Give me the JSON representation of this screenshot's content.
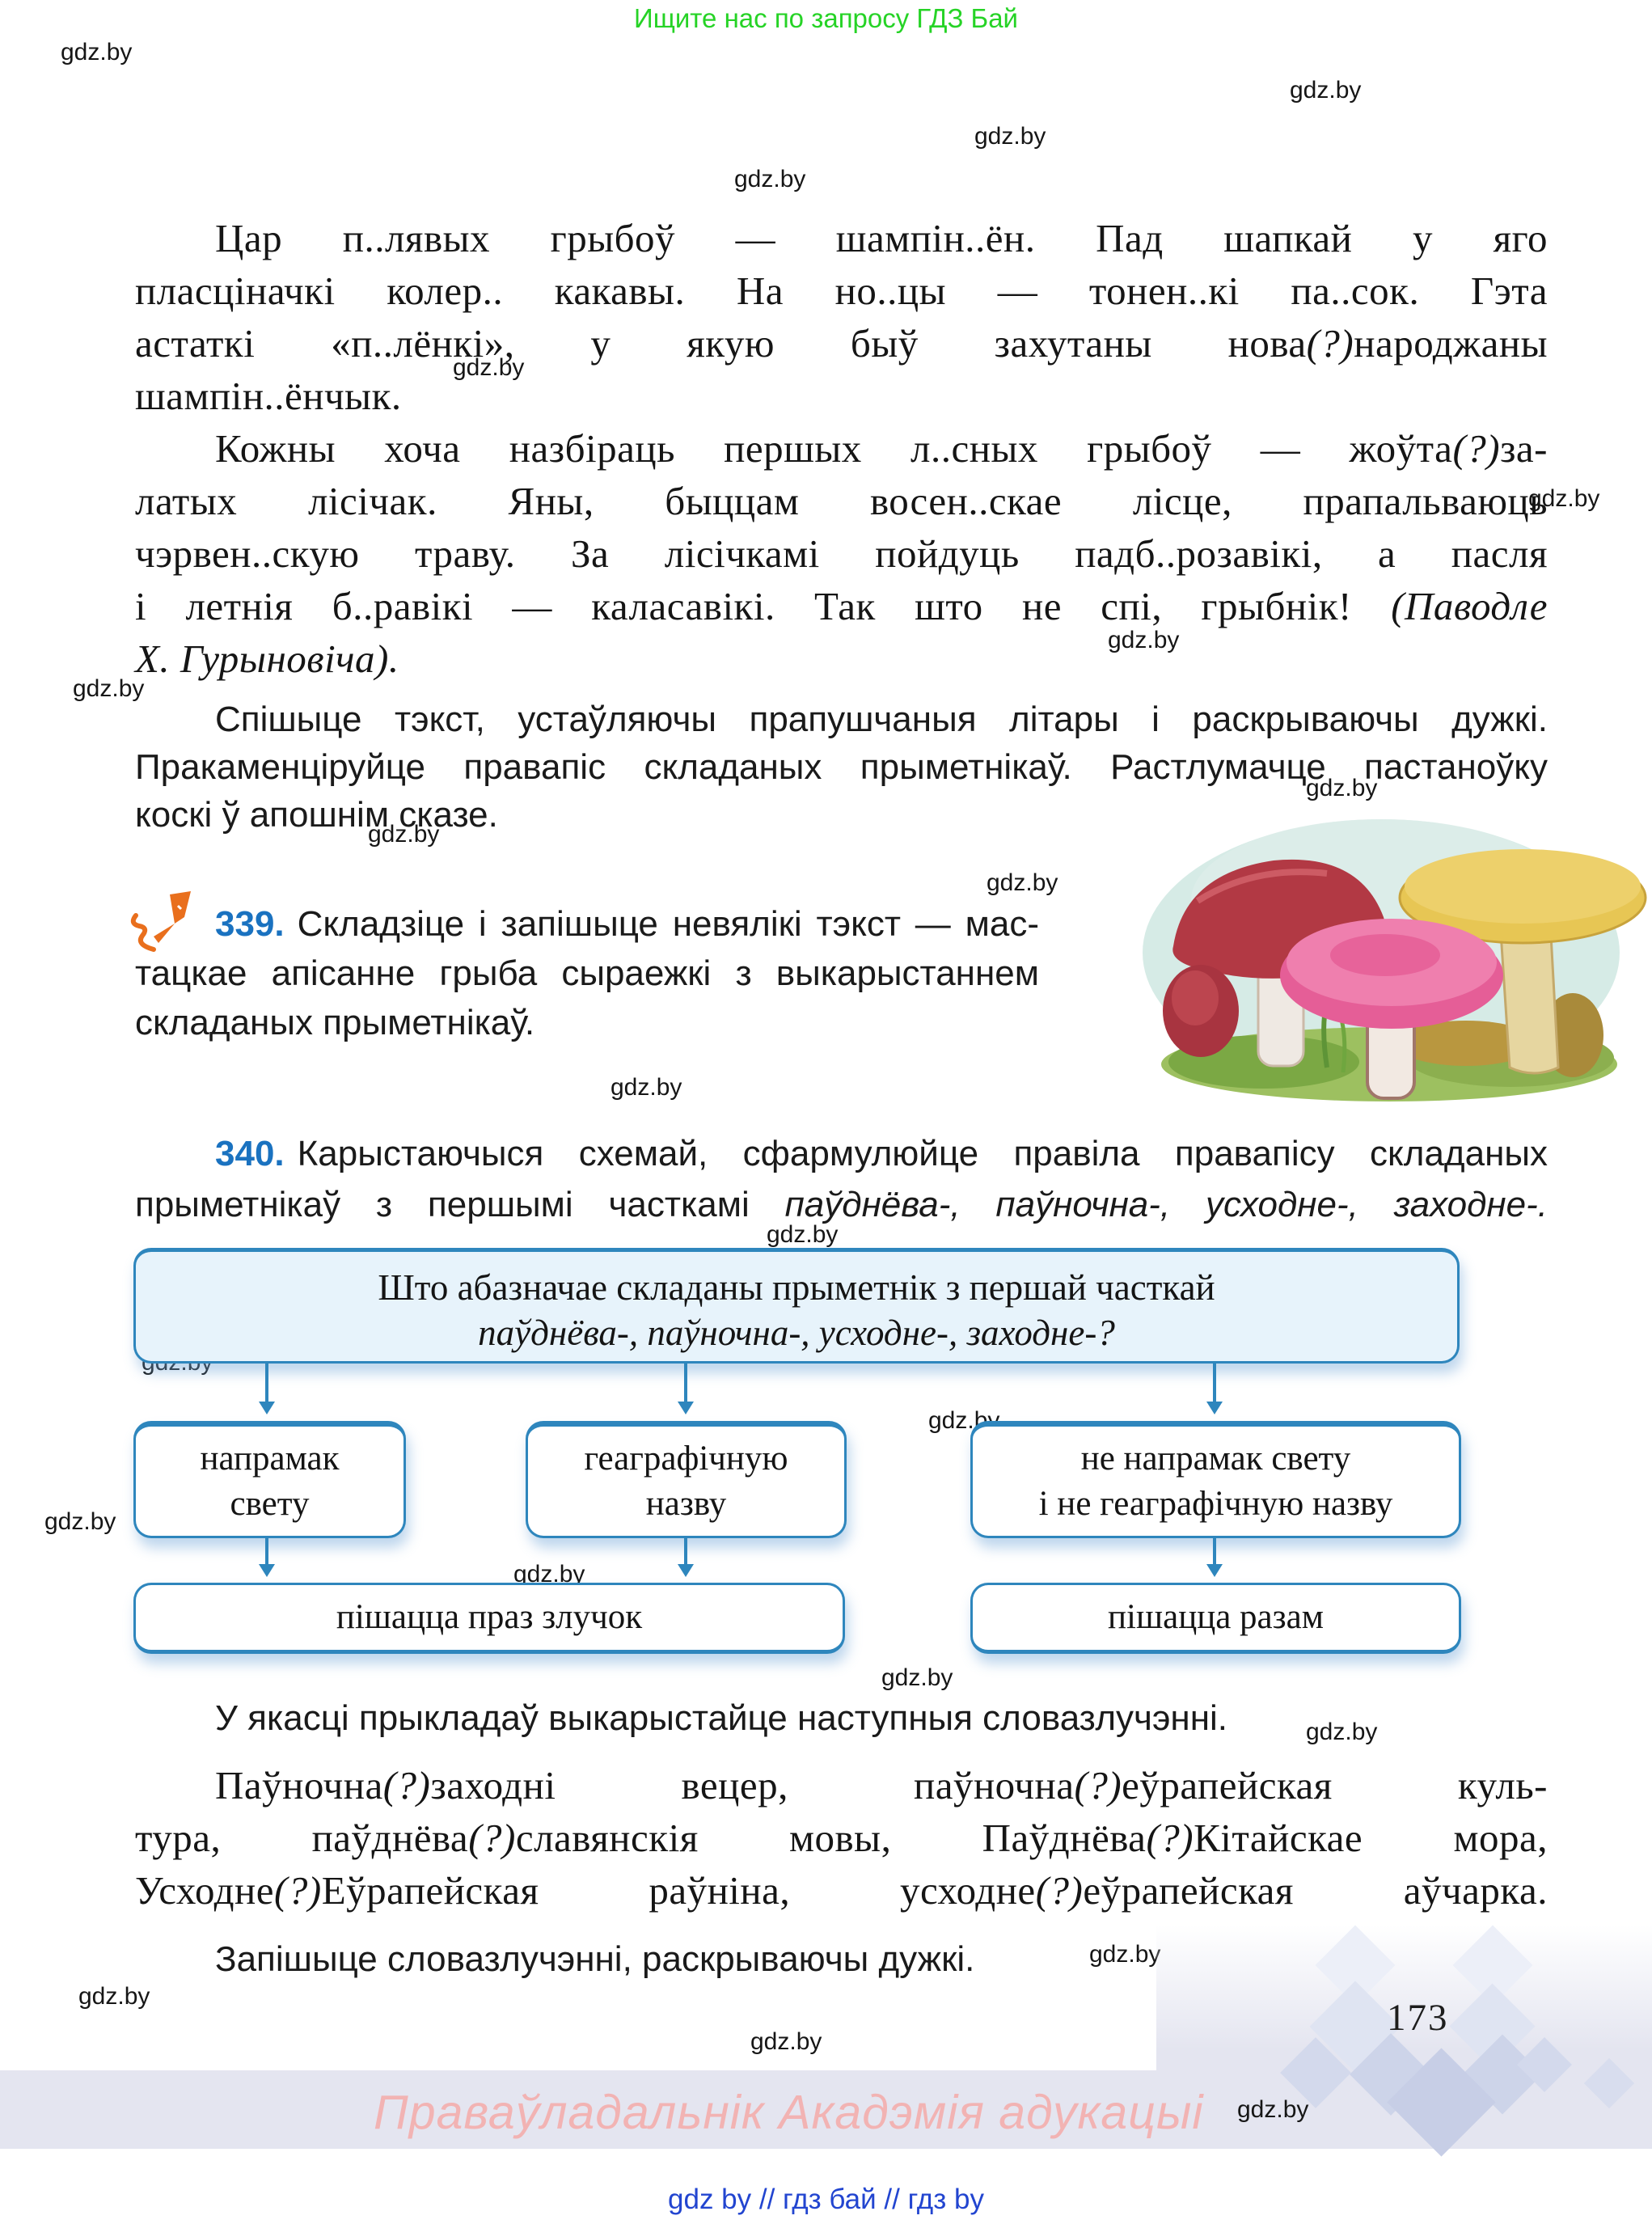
{
  "colors": {
    "accent_blue": "#1a72c0",
    "box_border_blue": "#2e86bd",
    "box_fill_light": "#e7f3fb",
    "promo_green": "#26d326",
    "footer_pink": "#f2b3b3",
    "footer_link_blue": "#2245d0",
    "footer_strip": "#e4e5f0",
    "pencil_orange": "#e96f1d"
  },
  "promo": {
    "top_banner": "Ищите нас по запросу ГДЗ Бай",
    "watermark": "gdz.by",
    "footer_copyright": "Праваўладальнік Акадэмія адукацыі",
    "footer_links": "gdz by  //  гдз бай  //  гдз by"
  },
  "page_number": "173",
  "dictation": {
    "lines": [
      {
        "segments": [
          {
            "t": "Цар п..лявых грыбоў — шампін..ён. Пад шапкай у яго"
          }
        ]
      },
      {
        "segments": [
          {
            "t": "пласціначкі колер.. какавы. На но..цы — тонен..кі па..сок. Гэта"
          }
        ]
      },
      {
        "segments": [
          {
            "t": "астаткі «п..лёнкі», у якую быў захутаны нова"
          },
          {
            "t": "(?)",
            "i": true
          },
          {
            "t": "народжаны"
          }
        ]
      },
      {
        "segments": [
          {
            "t": "шампін..ёнчык."
          }
        ]
      },
      {
        "segments": [
          {
            "t": "Кожны хоча назбіраць першых л..сных грыбоў — жоўта"
          },
          {
            "t": "(?)",
            "i": true
          },
          {
            "t": "за-"
          }
        ]
      },
      {
        "segments": [
          {
            "t": "латых лісічак. Яны, быццам восен..скае лісце, прапальваюць"
          }
        ]
      },
      {
        "segments": [
          {
            "t": "чэрвен..скую траву. За лісічкамі пойдуць падб..розавікі, а пасля"
          }
        ]
      },
      {
        "segments": [
          {
            "t": "і летнія б..равікі — каласавікі. Так што не спі, грыбнік! "
          },
          {
            "t": "(Паводле",
            "i": true
          }
        ]
      },
      {
        "segments": [
          {
            "t": "Х. Гурыновіча).",
            "i": true
          }
        ]
      }
    ]
  },
  "instruction1": {
    "lines": [
      "Спішыце тэкст, устаўляючы прапушчаныя літары і раскрываючы дужкі.",
      "Пракаменціруйце правапіс складаных прыметнікаў. Растлумачце пастаноўку",
      "коскі ў апошнім сказе."
    ]
  },
  "ex339": {
    "number": "339.",
    "lines": [
      "Складзіце і запішыце невялікі тэкст — мас-",
      "тацкае апісанне грыба сыраежкі з выкарыстаннем",
      "складаных прыметнікаў."
    ]
  },
  "ex340": {
    "number": "340.",
    "line1": "Карыстаючыся схемай, сфармулюйце правіла правапісу складаных",
    "line2_segments": [
      {
        "t": "прыметнікаў з першымі часткамі "
      },
      {
        "t": "паўднёва-, паўночна-, усходне-, заходне-.",
        "i": true
      }
    ]
  },
  "diagram": {
    "question": {
      "line1": "Што абазначае складаны прыметнік з першай часткай",
      "line2": "паўднёва-, паўночна-, усходне-, заходне-?"
    },
    "branches": [
      {
        "line1": "напрамак",
        "line2": "свету"
      },
      {
        "line1": "геаграфічную",
        "line2": "назву"
      },
      {
        "line1": "не напрамак свету",
        "line2": "і не геаграфічную назву"
      }
    ],
    "results": [
      {
        "label": "пішацца праз злучок"
      },
      {
        "label": "пішацца разам"
      }
    ]
  },
  "examples_intro": "У якасці прыкладаў выкарыстайце наступныя словазлучэнні.",
  "examples": {
    "lines": [
      {
        "segments": [
          {
            "t": "Паўночна"
          },
          {
            "t": "(?)",
            "i": true
          },
          {
            "t": "заходні вецер, паўночна"
          },
          {
            "t": "(?)",
            "i": true
          },
          {
            "t": "еўрапейская куль-"
          }
        ]
      },
      {
        "segments": [
          {
            "t": "тура, паўднёва"
          },
          {
            "t": "(?)",
            "i": true
          },
          {
            "t": "славянскія мовы, Паўднёва"
          },
          {
            "t": "(?)",
            "i": true
          },
          {
            "t": "Кітайскае мора,"
          }
        ]
      },
      {
        "segments": [
          {
            "t": "Усходне"
          },
          {
            "t": "(?)",
            "i": true
          },
          {
            "t": "Еўрапейская раўніна, усходне"
          },
          {
            "t": "(?)",
            "i": true
          },
          {
            "t": "еўрапейская аўчарка."
          }
        ]
      }
    ]
  },
  "final_instruction": "Запішыце словазлучэнні, раскрываючы дужкі."
}
